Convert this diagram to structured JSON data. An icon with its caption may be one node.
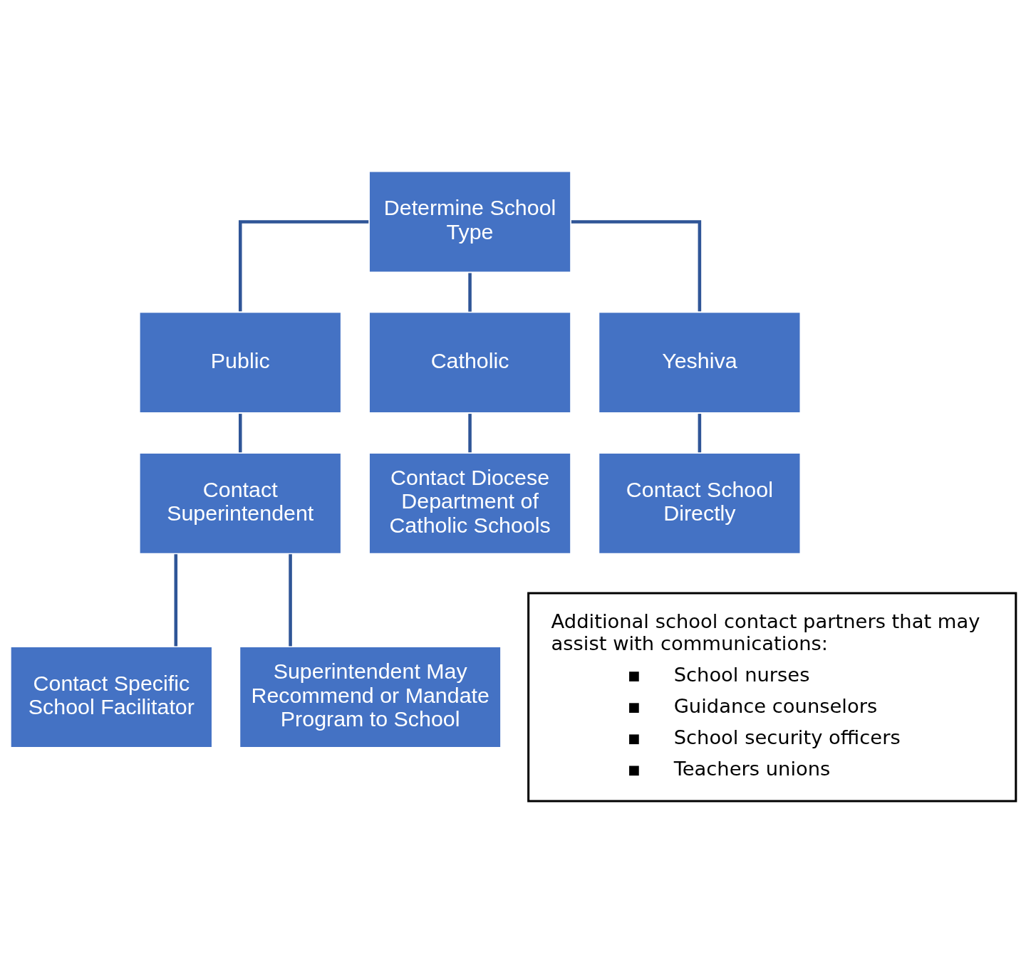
{
  "diagram": {
    "nodes": [
      {
        "text": [
          "Determine School Type"
        ]
      },
      {
        "text": [
          "Public"
        ]
      },
      {
        "text": [
          "Catholic"
        ]
      },
      {
        "text": [
          "Yeshiva"
        ]
      },
      {
        "text": [
          "Contact Superintendent"
        ]
      },
      {
        "text": [
          "Contact Diocese Department of Catholic Schools"
        ]
      },
      {
        "text": [
          "Contact School Directly"
        ]
      },
      {
        "text": [
          "Contact Specific School Facilitator"
        ]
      },
      {
        "text": [
          "Superintendent May Recommend or Mandate Program to School"
        ]
      },
      {
        "text": [
          "Additional school contact partners that may assist with communications:",
          "School nurses",
          "Guidance counselors",
          "School security officers",
          "Teachers unions"
        ]
      }
    ],
    "edges": [
      {
        "from": 0,
        "to": 1,
        "arrow": "none"
      },
      {
        "from": 0,
        "to": 2,
        "arrow": "none"
      },
      {
        "from": 0,
        "to": 3,
        "arrow": "none"
      },
      {
        "from": 1,
        "to": 4,
        "arrow": "none"
      },
      {
        "from": 2,
        "to": 5,
        "arrow": "none"
      },
      {
        "from": 3,
        "to": 6,
        "arrow": "none"
      },
      {
        "from": 4,
        "to": 7,
        "arrow": "none"
      },
      {
        "from": 4,
        "to": 8,
        "arrow": "none"
      }
    ]
  }
}
